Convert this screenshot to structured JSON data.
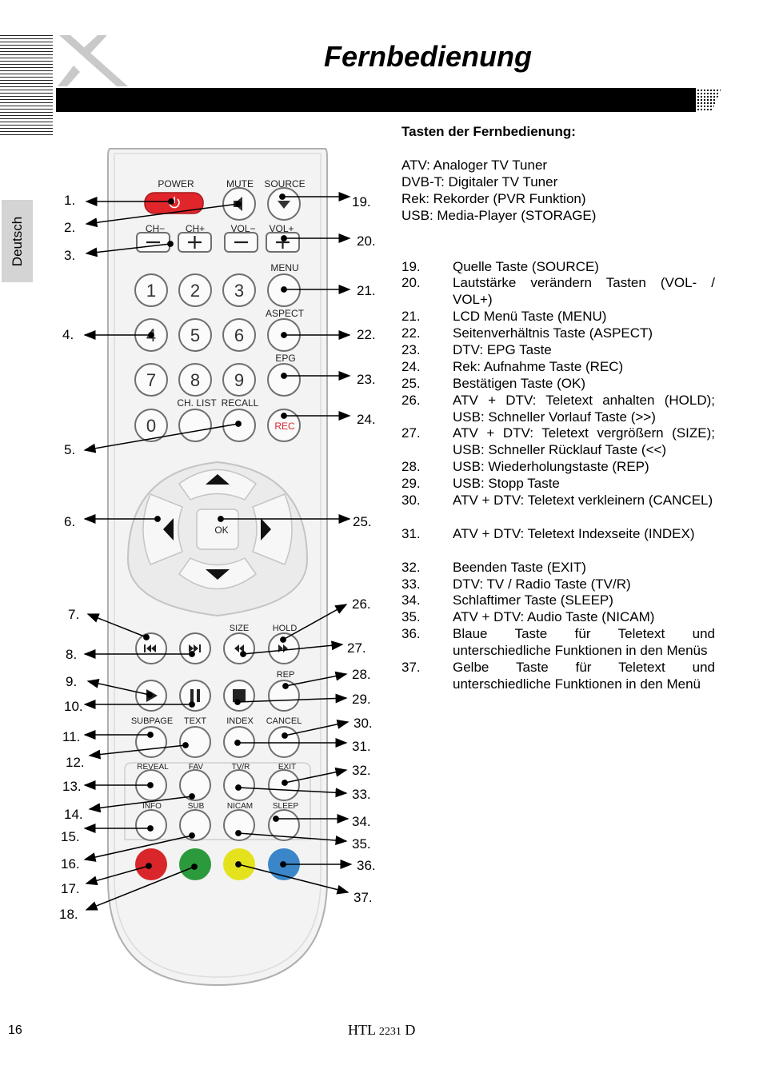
{
  "header": {
    "title": "Fernbedienung",
    "side_tab": "Deutsch"
  },
  "remote": {
    "buttons": {
      "power": "POWER",
      "mute": "MUTE",
      "source": "SOURCE",
      "ch_minus": "CH−",
      "ch_plus": "CH+",
      "vol_minus": "VOL−",
      "vol_plus": "VOL+",
      "menu": "MENU",
      "aspect": "ASPECT",
      "epg": "EPG",
      "ch_list": "CH. LIST",
      "recall": "RECALL",
      "rec": "REC",
      "ok": "OK",
      "size": "SIZE",
      "hold": "HOLD",
      "rep": "REP",
      "subpage": "SUBPAGE",
      "text": "TEXT",
      "index": "INDEX",
      "cancel": "CANCEL",
      "reveal": "REVEAL",
      "fav": "FAV",
      "tvr": "TV/R",
      "exit": "EXIT",
      "info": "INFO",
      "sub": "SUB",
      "nicam": "NICAM",
      "sleep": "SLEEP",
      "digits": [
        "1",
        "2",
        "3",
        "4",
        "5",
        "6",
        "7",
        "8",
        "9",
        "0"
      ]
    },
    "colors": {
      "red": "#d8262b",
      "green": "#2b9a3c",
      "yellow": "#e4e21d",
      "blue": "#3a86c8",
      "power": "#e0262b"
    },
    "callouts_left": [
      "1.",
      "2.",
      "3.",
      "4.",
      "5.",
      "6.",
      "7.",
      "8.",
      "9.",
      "10.",
      "11.",
      "12.",
      "13.",
      "14.",
      "15.",
      "16.",
      "17.",
      "18."
    ],
    "callouts_right": [
      "19.",
      "20.",
      "21.",
      "22.",
      "23.",
      "24.",
      "25.",
      "26.",
      "27.",
      "28.",
      "29.",
      "30.",
      "31.",
      "32.",
      "33.",
      "34.",
      "35.",
      "36.",
      "37."
    ]
  },
  "content": {
    "heading": "Tasten der Fernbedienung:",
    "modes": [
      "ATV: Analoger TV Tuner",
      "DVB-T: Digitaler TV Tuner",
      "Rek: Rekorder (PVR Funktion)",
      "USB: Media-Player (STORAGE)"
    ],
    "items": [
      {
        "num": "19.",
        "text": "Quelle Taste (SOURCE)"
      },
      {
        "num": "20.",
        "text": "Lautstärke verändern Tasten (VOL- / VOL+)"
      },
      {
        "num": "21.",
        "text": "LCD Menü Taste (MENU)"
      },
      {
        "num": "22.",
        "text": "Seitenverhältnis Taste (ASPECT)"
      },
      {
        "num": "23.",
        "text": "DTV: EPG Taste"
      },
      {
        "num": "24.",
        "text": "Rek: Aufnahme Taste (REC)"
      },
      {
        "num": "25.",
        "text": "Bestätigen Taste (OK)"
      },
      {
        "num": "26.",
        "text": "ATV + DTV: Teletext anhalten (HOLD); USB: Schneller Vorlauf Taste (>>)"
      },
      {
        "num": "27.",
        "text": "ATV + DTV: Teletext vergrößern (SIZE); USB: Schneller Rücklauf Taste (<<)"
      },
      {
        "num": "28.",
        "text": "USB: Wiederholungstaste (REP)"
      },
      {
        "num": "29.",
        "text": "USB: Stopp Taste"
      },
      {
        "num": "30.",
        "text": "ATV + DTV: Teletext verkleinern (CANCEL)"
      },
      {
        "num": "31.",
        "text": "ATV + DTV: Teletext Indexseite (INDEX)"
      },
      {
        "num": "32.",
        "text": "Beenden Taste (EXIT)"
      },
      {
        "num": "33.",
        "text": "DTV: TV / Radio Taste (TV/R)"
      },
      {
        "num": "34.",
        "text": "Schlaftimer Taste (SLEEP)"
      },
      {
        "num": "35.",
        "text": "ATV + DTV: Audio Taste (NICAM)"
      },
      {
        "num": "36.",
        "text": "Blaue Taste für Teletext und unterschiedliche Funktionen in den Menüs"
      },
      {
        "num": "37.",
        "text": "Gelbe Taste für Teletext und unterschiedliche Funktionen in den Menü"
      }
    ]
  },
  "footer": {
    "page_number": "16",
    "model_prefix": "HTL ",
    "model_number": "2231",
    "model_suffix": " D"
  }
}
